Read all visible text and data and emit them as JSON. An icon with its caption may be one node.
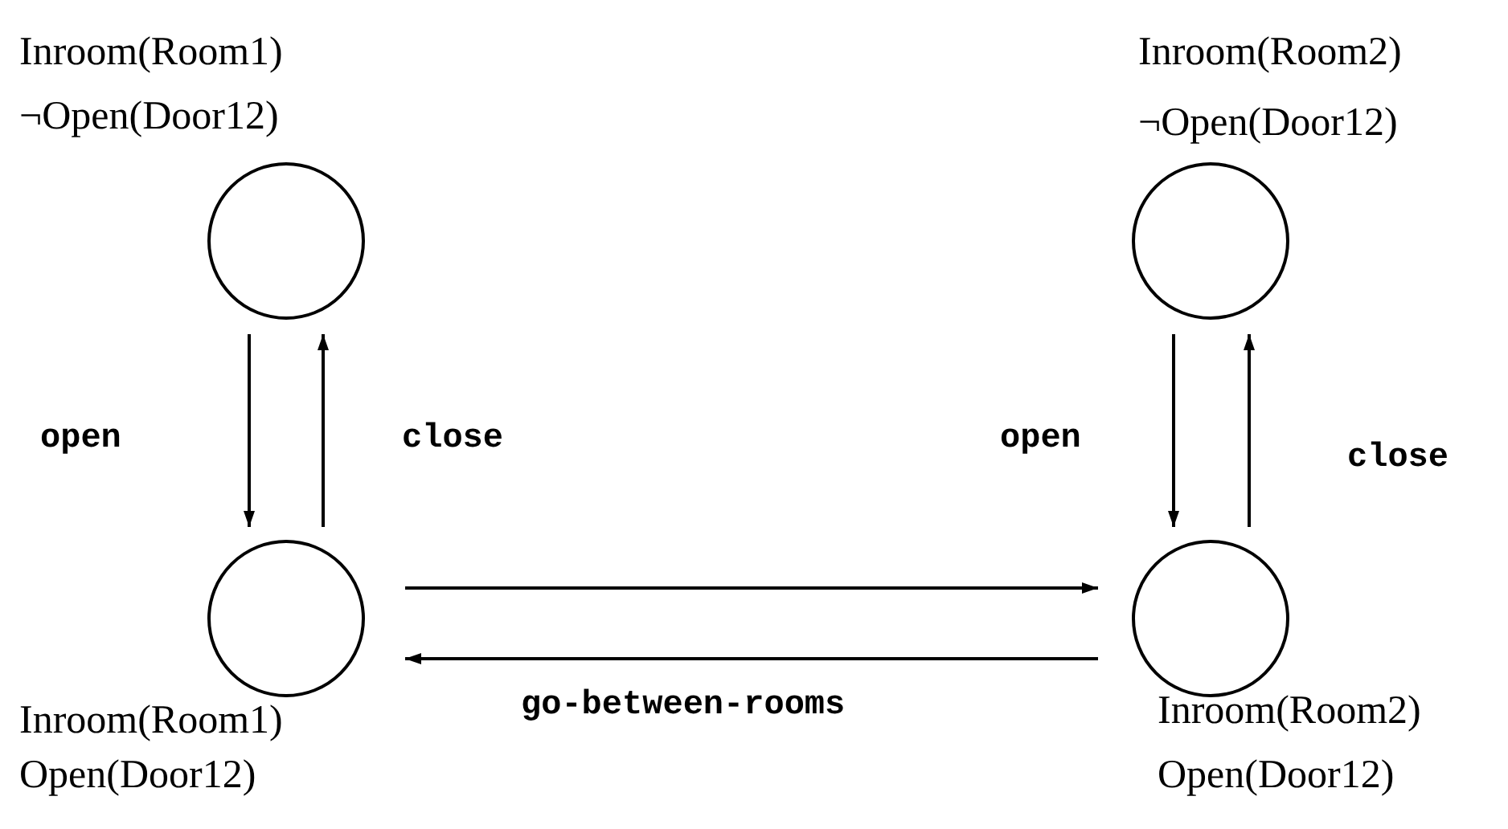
{
  "diagram": {
    "nodes": [
      {
        "text": [
          "Inroom(Room1)",
          "¬Open(Door12)"
        ]
      },
      {
        "text": [
          "Inroom(Room2)",
          "¬Open(Door12)"
        ]
      },
      {
        "text": [
          "Inroom(Room1)",
          "Open(Door12)"
        ]
      },
      {
        "text": [
          "Inroom(Room2)",
          "Open(Door12)"
        ]
      }
    ],
    "edges": [
      {
        "from": 0,
        "to": 2,
        "arrow": "to",
        "label": "open"
      },
      {
        "from": 2,
        "to": 0,
        "arrow": "to",
        "label": "close"
      },
      {
        "from": 1,
        "to": 3,
        "arrow": "to",
        "label": "open"
      },
      {
        "from": 3,
        "to": 1,
        "arrow": "to",
        "label": "close"
      },
      {
        "from": 2,
        "to": 3,
        "arrow": "to"
      },
      {
        "from": 3,
        "to": 2,
        "arrow": "to",
        "label": "go-between-rooms"
      }
    ]
  }
}
